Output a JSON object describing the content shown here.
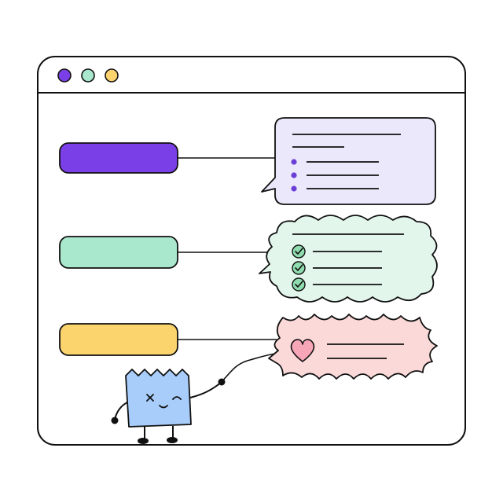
{
  "window": {
    "controls": [
      {
        "name": "purple",
        "color": "#7b3fe8"
      },
      {
        "name": "mint",
        "color": "#a9e8cc"
      },
      {
        "name": "yellow",
        "color": "#fbd46d"
      }
    ]
  },
  "colors": {
    "outline": "#111111",
    "window_fill": "#ffffff",
    "pill_purple": "#7b3fe8",
    "pill_mint": "#a9e8cc",
    "pill_yellow": "#fbd46d",
    "bubble_purple": "#ece8fb",
    "bubble_mint": "#e3f6ec",
    "bubble_pink": "#fcd9d9",
    "bullet_purple": "#6b3fd6",
    "check_green": "#8fdcae",
    "heart_pink": "#f7a6b8",
    "character_blue": "#a8cdfb"
  },
  "icons": {
    "bullets": "bullet-dot",
    "checks": "check-circle-icon",
    "heart": "heart-icon"
  }
}
